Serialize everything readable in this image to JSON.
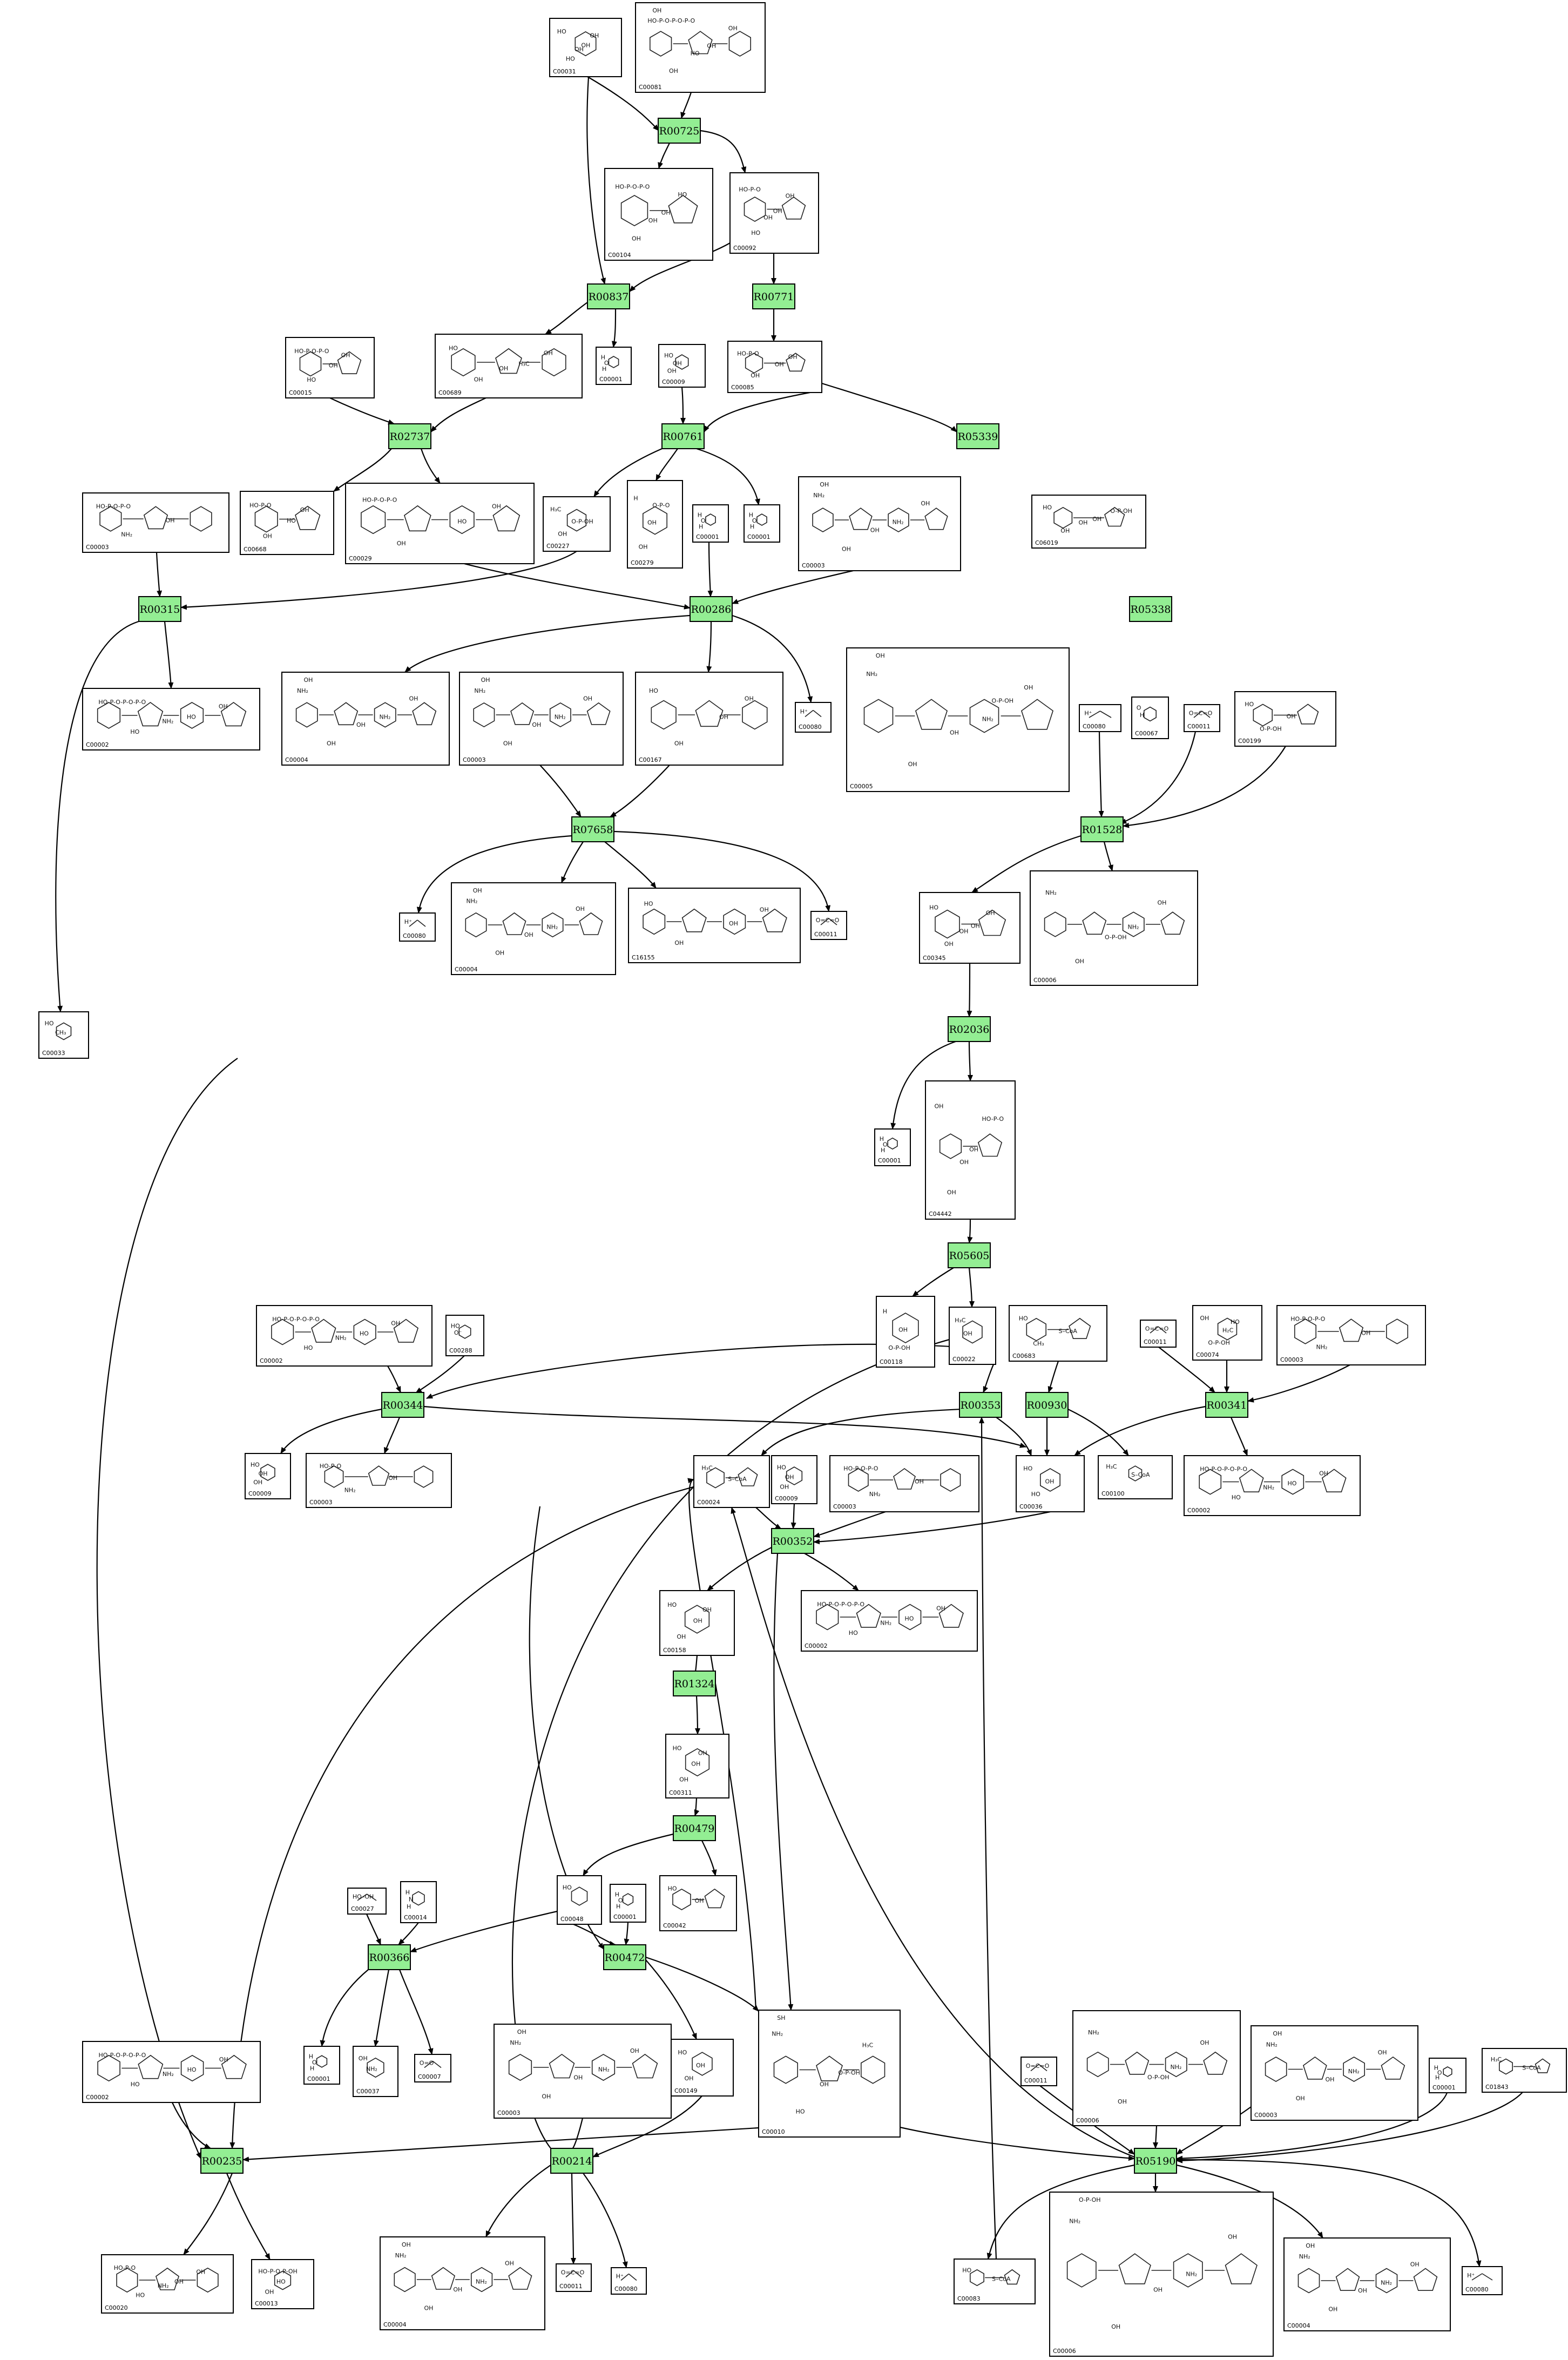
{
  "reactions": [
    {
      "id": "R00725",
      "label": "R00725"
    },
    {
      "id": "R00837",
      "label": "R00837"
    },
    {
      "id": "R00771",
      "label": "R00771"
    },
    {
      "id": "R02737",
      "label": "R02737"
    },
    {
      "id": "R00761",
      "label": "R00761"
    },
    {
      "id": "R05339",
      "label": "R05339"
    },
    {
      "id": "R00315",
      "label": "R00315"
    },
    {
      "id": "R00286",
      "label": "R00286"
    },
    {
      "id": "R05338",
      "label": "R05338"
    },
    {
      "id": "R07658",
      "label": "R07658"
    },
    {
      "id": "R01528",
      "label": "R01528"
    },
    {
      "id": "R02036",
      "label": "R02036"
    },
    {
      "id": "R05605",
      "label": "R05605"
    },
    {
      "id": "R00344",
      "label": "R00344"
    },
    {
      "id": "R00353",
      "label": "R00353"
    },
    {
      "id": "R00930",
      "label": "R00930"
    },
    {
      "id": "R00341",
      "label": "R00341"
    },
    {
      "id": "R00352",
      "label": "R00352"
    },
    {
      "id": "R01324",
      "label": "R01324"
    },
    {
      "id": "R00479",
      "label": "R00479"
    },
    {
      "id": "R00366",
      "label": "R00366"
    },
    {
      "id": "R00472",
      "label": "R00472"
    },
    {
      "id": "R00235",
      "label": "R00235"
    },
    {
      "id": "R00214",
      "label": "R00214"
    },
    {
      "id": "R05190",
      "label": "R05190"
    }
  ],
  "compounds": [
    {
      "key": "c00031_top",
      "cid": "C00031",
      "atoms": [
        "HO",
        "OH",
        "HO",
        "OH",
        "OH"
      ]
    },
    {
      "key": "c00081_top",
      "cid": "C00081",
      "atoms": [
        "HO-P-O-P-O-P-O",
        "OH",
        "OH",
        "OH",
        "HO",
        "OH"
      ]
    },
    {
      "key": "c00104",
      "cid": "C00104",
      "atoms": [
        "HO-P-O-P-O",
        "OH",
        "OH",
        "HO",
        "OH"
      ]
    },
    {
      "key": "c00092",
      "cid": "C00092",
      "atoms": [
        "HO-P-O",
        "OH",
        "HO",
        "OH",
        "OH"
      ]
    },
    {
      "key": "c00015",
      "cid": "C00015",
      "atoms": [
        "HO-P-O-P-O",
        "OH",
        "HO",
        "OH"
      ]
    },
    {
      "key": "c00689",
      "cid": "C00689",
      "atoms": [
        "HO",
        "H₃C",
        "OH",
        "OH",
        "OH"
      ]
    },
    {
      "key": "c00001_a",
      "cid": "C00001",
      "atoms": [
        "H",
        "O",
        "H"
      ]
    },
    {
      "key": "c00009_a",
      "cid": "C00009",
      "atoms": [
        "HO",
        "OH",
        "OH"
      ]
    },
    {
      "key": "c00085",
      "cid": "C00085",
      "atoms": [
        "HO-P-O",
        "OH",
        "OH",
        "OH"
      ]
    },
    {
      "key": "c00003_left",
      "cid": "C00003",
      "atoms": [
        "HO-P-O-P-O",
        "OH",
        "NH₂"
      ]
    },
    {
      "key": "c00668",
      "cid": "C00668",
      "atoms": [
        "HO-P-O",
        "HO",
        "OH",
        "OH"
      ]
    },
    {
      "key": "c00029",
      "cid": "C00029",
      "atoms": [
        "HO-P-O-P-O",
        "HO",
        "OH",
        "OH"
      ]
    },
    {
      "key": "c00227",
      "cid": "C00227",
      "atoms": [
        "H₃C",
        "O-P-OH",
        "OH"
      ]
    },
    {
      "key": "c00279",
      "cid": "C00279",
      "atoms": [
        "H",
        "OH",
        "OH",
        "O-P-O"
      ]
    },
    {
      "key": "c00001_b",
      "cid": "C00001",
      "atoms": [
        "H",
        "O",
        "H"
      ]
    },
    {
      "key": "c00001_c",
      "cid": "C00001",
      "atoms": [
        "H",
        "O",
        "H"
      ]
    },
    {
      "key": "c00003_mid",
      "cid": "C00003",
      "atoms": [
        "NH₂",
        "NH₂",
        "OH",
        "OH",
        "OH",
        "OH"
      ]
    },
    {
      "key": "c06019",
      "cid": "C06019",
      "atoms": [
        "HO",
        "OH",
        "OH",
        "O-P-OH",
        "OH"
      ]
    },
    {
      "key": "c00002_a",
      "cid": "C00002",
      "atoms": [
        "HO-P-O-P-O-P-O",
        "HO",
        "HO",
        "OH",
        "NH₂"
      ]
    },
    {
      "key": "c00080_a",
      "cid": "C00080",
      "atoms": [
        "H⁺"
      ]
    },
    {
      "key": "c00004_a",
      "cid": "C00004",
      "atoms": [
        "NH₂",
        "NH₂",
        "OH",
        "OH",
        "OH",
        "OH"
      ]
    },
    {
      "key": "c00003_b",
      "cid": "C00003",
      "atoms": [
        "NH₂",
        "NH₂",
        "OH",
        "OH",
        "OH",
        "OH"
      ]
    },
    {
      "key": "c00167",
      "cid": "C00167",
      "atoms": [
        "HO",
        "OH",
        "OH",
        "OH"
      ]
    },
    {
      "key": "c00005_big",
      "cid": "C00005",
      "atoms": [
        "NH₂",
        "NH₂",
        "OH",
        "OH",
        "OH",
        "OH",
        "O-P-OH"
      ]
    },
    {
      "key": "c00080_b",
      "cid": "C00080",
      "atoms": [
        "H⁺"
      ]
    },
    {
      "key": "c00067",
      "cid": "C00067",
      "atoms": [
        "O",
        "H"
      ]
    },
    {
      "key": "c00011_a",
      "cid": "C00011",
      "atoms": [
        "O=C=O"
      ]
    },
    {
      "key": "c00199",
      "cid": "C00199",
      "atoms": [
        "HO",
        "OH",
        "O-P-OH"
      ]
    },
    {
      "key": "c00080_c",
      "cid": "C00080",
      "atoms": [
        "H⁺"
      ]
    },
    {
      "key": "c00004_b",
      "cid": "C00004",
      "atoms": [
        "NH₂",
        "NH₂",
        "OH",
        "OH",
        "OH",
        "OH"
      ]
    },
    {
      "key": "c16155",
      "cid": "C16155",
      "atoms": [
        "HO",
        "OH",
        "OH",
        "OH"
      ]
    },
    {
      "key": "c00011_b",
      "cid": "C00011",
      "atoms": [
        "O=C=O"
      ]
    },
    {
      "key": "c00345",
      "cid": "C00345",
      "atoms": [
        "HO",
        "OH",
        "OH",
        "OH",
        "OH"
      ]
    },
    {
      "key": "c00006_a",
      "cid": "C00006",
      "atoms": [
        "NH₂",
        "NH₂",
        "OH",
        "OH",
        "O-P-OH"
      ]
    },
    {
      "key": "c00033_a",
      "cid": "C00033",
      "atoms": [
        "HO",
        "CH₃"
      ]
    },
    {
      "key": "c00001_d",
      "cid": "C00001",
      "atoms": [
        "H",
        "O",
        "H"
      ]
    },
    {
      "key": "c04442",
      "cid": "C04442",
      "atoms": [
        "OH",
        "OH",
        "OH",
        "HO-P-O",
        "OH"
      ]
    },
    {
      "key": "c00002_b",
      "cid": "C00002",
      "atoms": [
        "HO-P-O-P-O-P-O",
        "HO",
        "HO",
        "OH",
        "NH₂"
      ]
    },
    {
      "key": "c00288",
      "cid": "C00288",
      "atoms": [
        "HO",
        "O⁻"
      ]
    },
    {
      "key": "c00118",
      "cid": "C00118",
      "atoms": [
        "H",
        "OH",
        "O-P-OH"
      ]
    },
    {
      "key": "c00022",
      "cid": "C00022",
      "atoms": [
        "H₃C",
        "OH"
      ]
    },
    {
      "key": "c00683",
      "cid": "C00683",
      "atoms": [
        "HO",
        "S–CoA",
        "CH₃"
      ]
    },
    {
      "key": "c00011_c",
      "cid": "C00011",
      "atoms": [
        "O=C=O"
      ]
    },
    {
      "key": "c00074",
      "cid": "C00074",
      "atoms": [
        "OH",
        "H₂C",
        "O-P-OH",
        "HO"
      ]
    },
    {
      "key": "c00003_c",
      "cid": "C00003",
      "atoms": [
        "HO-P-O-P-O",
        "OH",
        "NH₂"
      ]
    },
    {
      "key": "c00009_b",
      "cid": "C00009",
      "atoms": [
        "HO",
        "OH",
        "OH"
      ]
    },
    {
      "key": "c00003_d",
      "cid": "C00003",
      "atoms": [
        "HO-P-O",
        "OH",
        "NH₂"
      ]
    },
    {
      "key": "c00024",
      "cid": "C00024",
      "atoms": [
        "H₃C",
        "S–CoA"
      ]
    },
    {
      "key": "c00009_c",
      "cid": "C00009",
      "atoms": [
        "HO",
        "OH",
        "OH"
      ]
    },
    {
      "key": "c00003_e",
      "cid": "C00003",
      "atoms": [
        "HO-P-O-P-O",
        "OH",
        "NH₂"
      ]
    },
    {
      "key": "c00036",
      "cid": "C00036",
      "atoms": [
        "HO",
        "OH",
        "HO"
      ]
    },
    {
      "key": "c00100",
      "cid": "C00100",
      "atoms": [
        "H₃C",
        "S–CoA"
      ]
    },
    {
      "key": "c00002_c",
      "cid": "C00002",
      "atoms": [
        "HO-P-O-P-O-P-O",
        "HO",
        "HO",
        "OH",
        "NH₂"
      ]
    },
    {
      "key": "c00158",
      "cid": "C00158",
      "atoms": [
        "HO",
        "OH",
        "OH",
        "OH"
      ]
    },
    {
      "key": "c00002_d",
      "cid": "C00002",
      "atoms": [
        "HO-P-O-P-O-P-O",
        "HO",
        "HO",
        "OH",
        "NH₂"
      ]
    },
    {
      "key": "c00311",
      "cid": "C00311",
      "atoms": [
        "HO",
        "OH",
        "OH",
        "OH"
      ]
    },
    {
      "key": "c00027",
      "cid": "C00027",
      "atoms": [
        "HO–OH"
      ]
    },
    {
      "key": "c00014",
      "cid": "C00014",
      "atoms": [
        "H",
        "N",
        "H"
      ]
    },
    {
      "key": "c00048",
      "cid": "C00048",
      "atoms": [
        "HO"
      ]
    },
    {
      "key": "c00001_e",
      "cid": "C00001",
      "atoms": [
        "H",
        "O",
        "H"
      ]
    },
    {
      "key": "c00042",
      "cid": "C00042",
      "atoms": [
        "HO",
        "OH"
      ]
    },
    {
      "key": "c00001_f",
      "cid": "C00001",
      "atoms": [
        "H",
        "O",
        "H"
      ]
    },
    {
      "key": "c00037",
      "cid": "C00037",
      "atoms": [
        "OH",
        "NH₂"
      ]
    },
    {
      "key": "c00007",
      "cid": "C00007",
      "atoms": [
        "O=O"
      ]
    },
    {
      "key": "c00003_f",
      "cid": "C00003",
      "atoms": [
        "NH₂",
        "NH₂",
        "OH",
        "OH",
        "OH",
        "OH"
      ]
    },
    {
      "key": "c00149",
      "cid": "C00149",
      "atoms": [
        "HO",
        "OH",
        "OH"
      ]
    },
    {
      "key": "c00010",
      "cid": "C00010",
      "atoms": [
        "NH₂",
        "O-P-OH",
        "HO",
        "H₃C",
        "OH",
        "SH"
      ]
    },
    {
      "key": "c00011_d",
      "cid": "C00011",
      "atoms": [
        "O=C=O"
      ]
    },
    {
      "key": "c00006_b",
      "cid": "C00006",
      "atoms": [
        "NH₂",
        "NH₂",
        "OH",
        "OH",
        "O-P-OH"
      ]
    },
    {
      "key": "c00003_g",
      "cid": "C00003",
      "atoms": [
        "NH₂",
        "NH₂",
        "OH",
        "OH",
        "OH",
        "OH"
      ]
    },
    {
      "key": "c00001_g",
      "cid": "C00001",
      "atoms": [
        "H",
        "O",
        "H"
      ]
    },
    {
      "key": "c01843",
      "cid": "C01843",
      "atoms": [
        "H₃C",
        "S–CoA"
      ]
    },
    {
      "key": "c00002_e",
      "cid": "C00002",
      "atoms": [
        "HO-P-O-P-O-P-O",
        "HO",
        "HO",
        "OH",
        "NH₂"
      ]
    },
    {
      "key": "c00020",
      "cid": "C00020",
      "atoms": [
        "HO-P-O",
        "OH",
        "HO",
        "OH",
        "NH₂"
      ]
    },
    {
      "key": "c00013",
      "cid": "C00013",
      "atoms": [
        "HO-P-O-P-OH",
        "HO",
        "OH"
      ]
    },
    {
      "key": "c00004_c",
      "cid": "C00004",
      "atoms": [
        "NH₂",
        "NH₂",
        "OH",
        "OH",
        "OH",
        "OH"
      ]
    },
    {
      "key": "c00011_e",
      "cid": "C00011",
      "atoms": [
        "O=C=O"
      ]
    },
    {
      "key": "c00080_d",
      "cid": "C00080",
      "atoms": [
        "H⁺"
      ]
    },
    {
      "key": "c00083",
      "cid": "C00083",
      "atoms": [
        "HO",
        "S–CoA"
      ]
    },
    {
      "key": "c00006_c",
      "cid": "C00006",
      "atoms": [
        "NH₂",
        "NH₂",
        "OH",
        "OH",
        "OH",
        "O-P-OH"
      ]
    },
    {
      "key": "c00004_d",
      "cid": "C00004",
      "atoms": [
        "NH₂",
        "NH₂",
        "OH",
        "OH",
        "OH",
        "OH"
      ]
    },
    {
      "key": "c00080_e",
      "cid": "C00080",
      "atoms": [
        "H⁺"
      ]
    }
  ]
}
